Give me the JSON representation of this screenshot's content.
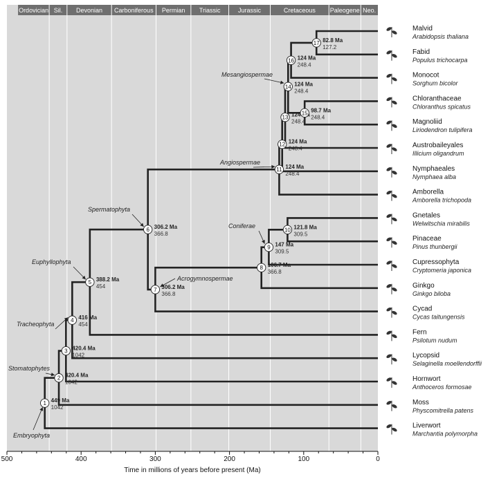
{
  "eras": [
    {
      "name": "Ordovician",
      "from": 485,
      "to": 443
    },
    {
      "name": "Sil.",
      "from": 443,
      "to": 419
    },
    {
      "name": "Devonian",
      "from": 419,
      "to": 359
    },
    {
      "name": "Carboniferous",
      "from": 359,
      "to": 299
    },
    {
      "name": "Permian",
      "from": 299,
      "to": 252
    },
    {
      "name": "Triassic",
      "from": 252,
      "to": 201
    },
    {
      "name": "Jurassic",
      "from": 201,
      "to": 145
    },
    {
      "name": "Cretaceous",
      "from": 145,
      "to": 66
    },
    {
      "name": "Paleogene",
      "from": 66,
      "to": 23
    },
    {
      "name": "Neo.",
      "from": 23,
      "to": 0
    }
  ],
  "axis": {
    "ticks": [
      500,
      400,
      300,
      200,
      100,
      0
    ],
    "title": "Time in millions of years before present (Ma)"
  },
  "taxa": [
    {
      "name": "Malvid",
      "species": "Arabidopsis thaliana"
    },
    {
      "name": "Fabid",
      "species": "Populus trichocarpa"
    },
    {
      "name": "Monocot",
      "species": "Sorghum bicolor"
    },
    {
      "name": "Chloranthaceae",
      "species": "Chloranthus spicatus"
    },
    {
      "name": "Magnoliid",
      "species": "Liriodendron tulipifera"
    },
    {
      "name": "Austrobaileyales",
      "species": "Illicium oligandrum"
    },
    {
      "name": "Nymphaeales",
      "species": "Nymphaea alba"
    },
    {
      "name": "Amborella",
      "species": "Amborella trichopoda"
    },
    {
      "name": "Gnetales",
      "species": "Welwitschia mirabilis"
    },
    {
      "name": "Pinaceae",
      "species": "Pinus thunbergii"
    },
    {
      "name": "Cupressophyta",
      "species": "Cryptomeria japonica"
    },
    {
      "name": "Ginkgo",
      "species": "Ginkgo biloba"
    },
    {
      "name": "Cycad",
      "species": "Cycas taitungensis"
    },
    {
      "name": "Fern",
      "species": "Psilotum nudum"
    },
    {
      "name": "Lycopsid",
      "species": "Selaginella moellendorffii"
    },
    {
      "name": "Hornwort",
      "species": "Anthoceros formosae"
    },
    {
      "name": "Moss",
      "species": "Physcomitrella patens"
    },
    {
      "name": "Liverwort",
      "species": "Marchantia polymorpha"
    }
  ],
  "nodes": [
    {
      "n": "1",
      "ma": "449 Ma",
      "alt": "1042",
      "age": 449
    },
    {
      "n": "2",
      "ma": "420.4 Ma",
      "alt": "1042",
      "age": 430
    },
    {
      "n": "3",
      "ma": "420.4 Ma",
      "alt": "1042",
      "age": 420.4
    },
    {
      "n": "4",
      "ma": "416 Ma",
      "alt": "454",
      "age": 412
    },
    {
      "n": "5",
      "ma": "388.2 Ma",
      "alt": "454",
      "age": 388.2
    },
    {
      "n": "6",
      "ma": "306.2 Ma",
      "alt": "366.8",
      "age": 310
    },
    {
      "n": "7",
      "ma": "306.2 Ma",
      "alt": "366.8",
      "age": 300
    },
    {
      "n": "8",
      "ma": "106.7 Ma",
      "alt": "366.8",
      "age": 157
    },
    {
      "n": "9",
      "ma": "147 Ma",
      "alt": "309.5",
      "age": 147
    },
    {
      "n": "10",
      "ma": "121.8 Ma",
      "alt": "309.5",
      "age": 121.8
    },
    {
      "n": "11",
      "ma": "124 Ma",
      "alt": "248.4",
      "age": 133
    },
    {
      "n": "12",
      "ma": "124 Ma",
      "alt": "248.4",
      "age": 129
    },
    {
      "n": "13",
      "ma": "124 Ma",
      "alt": "248.4",
      "age": 125
    },
    {
      "n": "14",
      "ma": "124 Ma",
      "alt": "248.4",
      "age": 121
    },
    {
      "n": "15",
      "ma": "98.7 Ma",
      "alt": "248.4",
      "age": 98.7
    },
    {
      "n": "16",
      "ma": "124 Ma",
      "alt": "248.4",
      "age": 117
    },
    {
      "n": "17",
      "ma": "82.8 Ma",
      "alt": "127.2",
      "age": 82.8
    }
  ],
  "clades": [
    {
      "label": "Mesangiospermae"
    },
    {
      "label": "Angiospermae"
    },
    {
      "label": "Spermatophyta"
    },
    {
      "label": "Coniferae"
    },
    {
      "label": "Acrogymnospermae"
    },
    {
      "label": "Euphyllophyta"
    },
    {
      "label": "Tracheophyta"
    },
    {
      "label": "Stomatophytes"
    },
    {
      "label": "Embryophyta"
    }
  ],
  "colors": {
    "era_band": "#6f6f6f",
    "plot_bg": "#d9d9d9",
    "branch": "#222222",
    "grid": "#ffffff"
  }
}
